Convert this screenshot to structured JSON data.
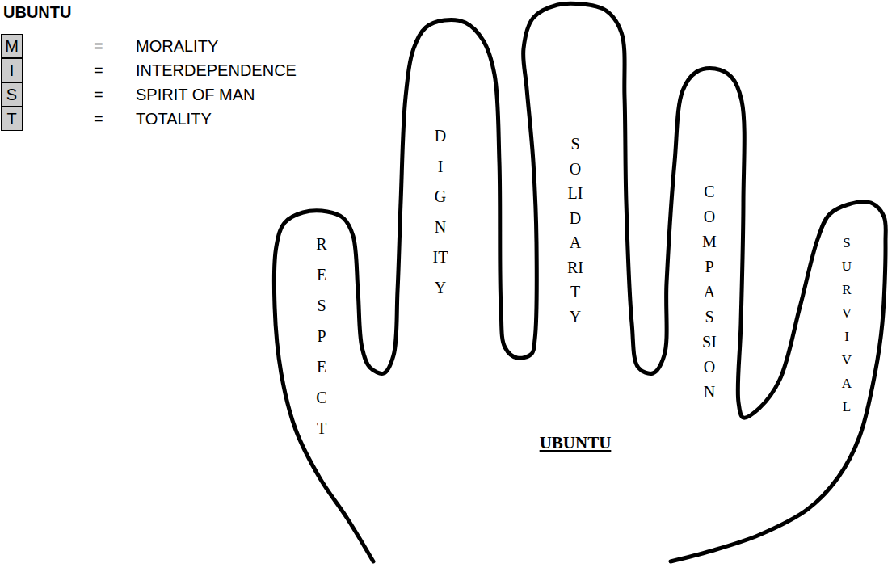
{
  "diagram": {
    "title": "UBUNTU",
    "nodes": [
      {
        "text": [
          "M"
        ]
      },
      {
        "text": [
          "I"
        ]
      },
      {
        "text": [
          "S"
        ]
      },
      {
        "text": [
          "T"
        ]
      },
      {
        "text": [
          "RESPECT",
          "DIGNITY",
          "SOLIDARITY",
          "COMPASSION",
          "SURVIVAL",
          "UBUNTU"
        ]
      }
    ],
    "labels": [
      "=",
      "MORALITY",
      "=",
      "INTERDEPENDENCE",
      "=",
      "SPIRIT OF MAN",
      "=",
      "TOTALITY"
    ]
  }
}
